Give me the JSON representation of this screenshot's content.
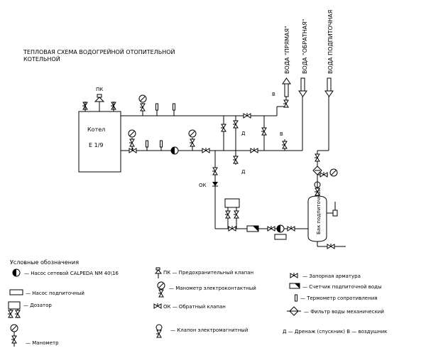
{
  "title_line1": "ТЕПЛОВАЯ СХЕМА ВОДОГРЕЙНОЙ ОТОПИТЕЛЬНОЙ",
  "title_line2": "КОТЕЛЬНОЙ",
  "outlets": [
    {
      "label": "ВОДА \"ПРЯМАЯ\""
    },
    {
      "label": "ВОДА \"ОБРАТНАЯ\""
    },
    {
      "label": "ВОДА ПОДПИТОЧНАЯ"
    }
  ],
  "boiler": {
    "name": "Котел",
    "model": "Е 1/9"
  },
  "tank_label": "Бак подпиточный",
  "marks": {
    "pk": "ПК",
    "ok": "ОК",
    "v": "В",
    "d": "Д"
  },
  "legend": {
    "title": "Условные обозначения",
    "items": [
      {
        "text": "— Насос сетевой CALPEDA NM 40\\16"
      },
      {
        "text": "— Насос подпиточный"
      },
      {
        "text": "— Дозатор"
      },
      {
        "text": "— Манометр"
      },
      {
        "text": "ПК — Предохранительный клапан"
      },
      {
        "text": "— Манометр электроконтактный"
      },
      {
        "text": "ОК — Обратный клапан"
      },
      {
        "text": "— Клапон электромагнитный"
      },
      {
        "text": "— Запорная арматура"
      },
      {
        "text": "— Счетчик подпиточной воды"
      },
      {
        "text": "— Термометр сопротивления"
      },
      {
        "text": "— Фильтр воды механический"
      },
      {
        "text": "Д — Дренаж (спускник) В — воздушник"
      }
    ]
  }
}
